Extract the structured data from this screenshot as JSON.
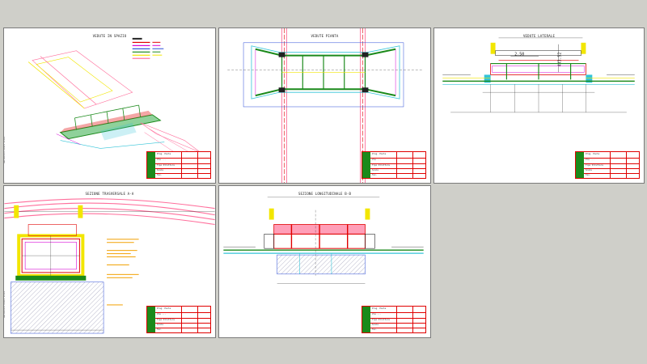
{
  "sheets": [
    {
      "id": "sheet-1",
      "title": "VEDUTE IN SPAZIO"
    },
    {
      "id": "sheet-2",
      "title": "VEDUTE PIANTA"
    },
    {
      "id": "sheet-3",
      "title": "VEDUTE LATERALE"
    },
    {
      "id": "sheet-4",
      "title": "SEZIONE TRASVERSALE A-A"
    },
    {
      "id": "sheet-5",
      "title": "SEZIONE LONGITUDINALE B-B"
    }
  ],
  "dimensions": {
    "width_label": "2.50",
    "height_label": "433.52"
  },
  "title_block": {
    "row1": "Prog. Ponte",
    "row2": "Via ...",
    "row3": "Tipo Struttura",
    "row4": "Scala",
    "row5": "Tav."
  },
  "colors": {
    "steel_green": "#1b8a1b",
    "rail_pink": "#ff6f9c",
    "edge_cyan": "#33c4d8",
    "deck_red": "#e00000",
    "yellow": "#f2e600",
    "magenta": "#d400d4"
  }
}
